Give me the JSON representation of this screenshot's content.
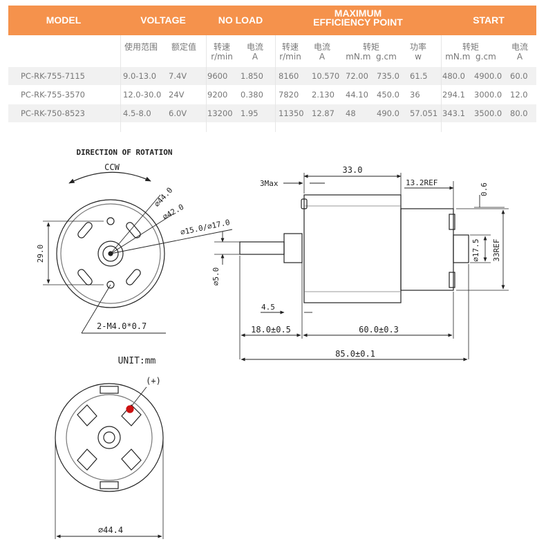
{
  "table": {
    "headers": [
      "MODEL",
      "VOLTAGE",
      "NO LOAD",
      "MAXIMUM\nEFFICIENCY POINT",
      "START"
    ],
    "header_max_line1": "MAXIMUM",
    "header_max_line2": "EFFICIENCY POINT",
    "subheaders": {
      "voltage_range": "使用范围",
      "voltage_rated": "额定值",
      "noload_speed": "转速",
      "noload_speed_unit": "r/min",
      "noload_current": "电流",
      "noload_current_unit": "A",
      "max_speed": "转速",
      "max_speed_unit": "r/min",
      "max_current": "电流",
      "max_current_unit": "A",
      "max_torque": "转矩",
      "max_torque_unit1": "mN.m",
      "max_torque_unit2": "g.cm",
      "max_power": "功率",
      "max_power_unit": "w",
      "start_torque": "转矩",
      "start_torque_unit1": "mN.m",
      "start_torque_unit2": "g.cm",
      "start_current": "电流",
      "start_current_unit": "A"
    },
    "rows": [
      [
        "PC-RK-755-7115",
        "9.0-13.0",
        "7.4V",
        "9600",
        "1.850",
        "8160",
        "10.570",
        "72.00",
        "735.0",
        "61.5",
        "480.0",
        "4900.0",
        "60.0"
      ],
      [
        "PC-RK-755-3570",
        "12.0-30.0",
        "24V",
        "9200",
        "0.380",
        "7820",
        "2.130",
        "44.10",
        "450.0",
        "36",
        "294.1",
        "3000.0",
        "12.0"
      ],
      [
        "PC-RK-750-8523",
        "4.5-8.0",
        "6.0V",
        "13200",
        "1.95",
        "11350",
        "12.87",
        "48",
        "490.0",
        "57.051",
        "343.1",
        "3500.0",
        "80.0"
      ]
    ]
  },
  "drawing": {
    "rotation_title": "DIRECTION OF ROTATION",
    "rotation_dir": "CCW",
    "dia_44": "⌀44.0",
    "dia_42": "⌀42.0",
    "dia_15_17": "⌀15.0/⌀17.0",
    "height_29": "29.0",
    "holes": "2-M4.0*0.7",
    "dim_33": "33.0",
    "dim_3max": "3Max",
    "dim_13ref": "13.2REF",
    "dim_06": "0.6",
    "dim_175": "⌀17.5",
    "dim_33ref": "33REF",
    "dim_shaft": "⌀5.0",
    "dim_45": "4.5",
    "dim_18": "18.0±0.5",
    "dim_60": "60.0±0.3",
    "dim_85": "85.0±0.1",
    "unit": "UNIT:mm",
    "plus": "(+)",
    "dia_444": "⌀44.4",
    "plus_marker_color": "#cc1111"
  }
}
